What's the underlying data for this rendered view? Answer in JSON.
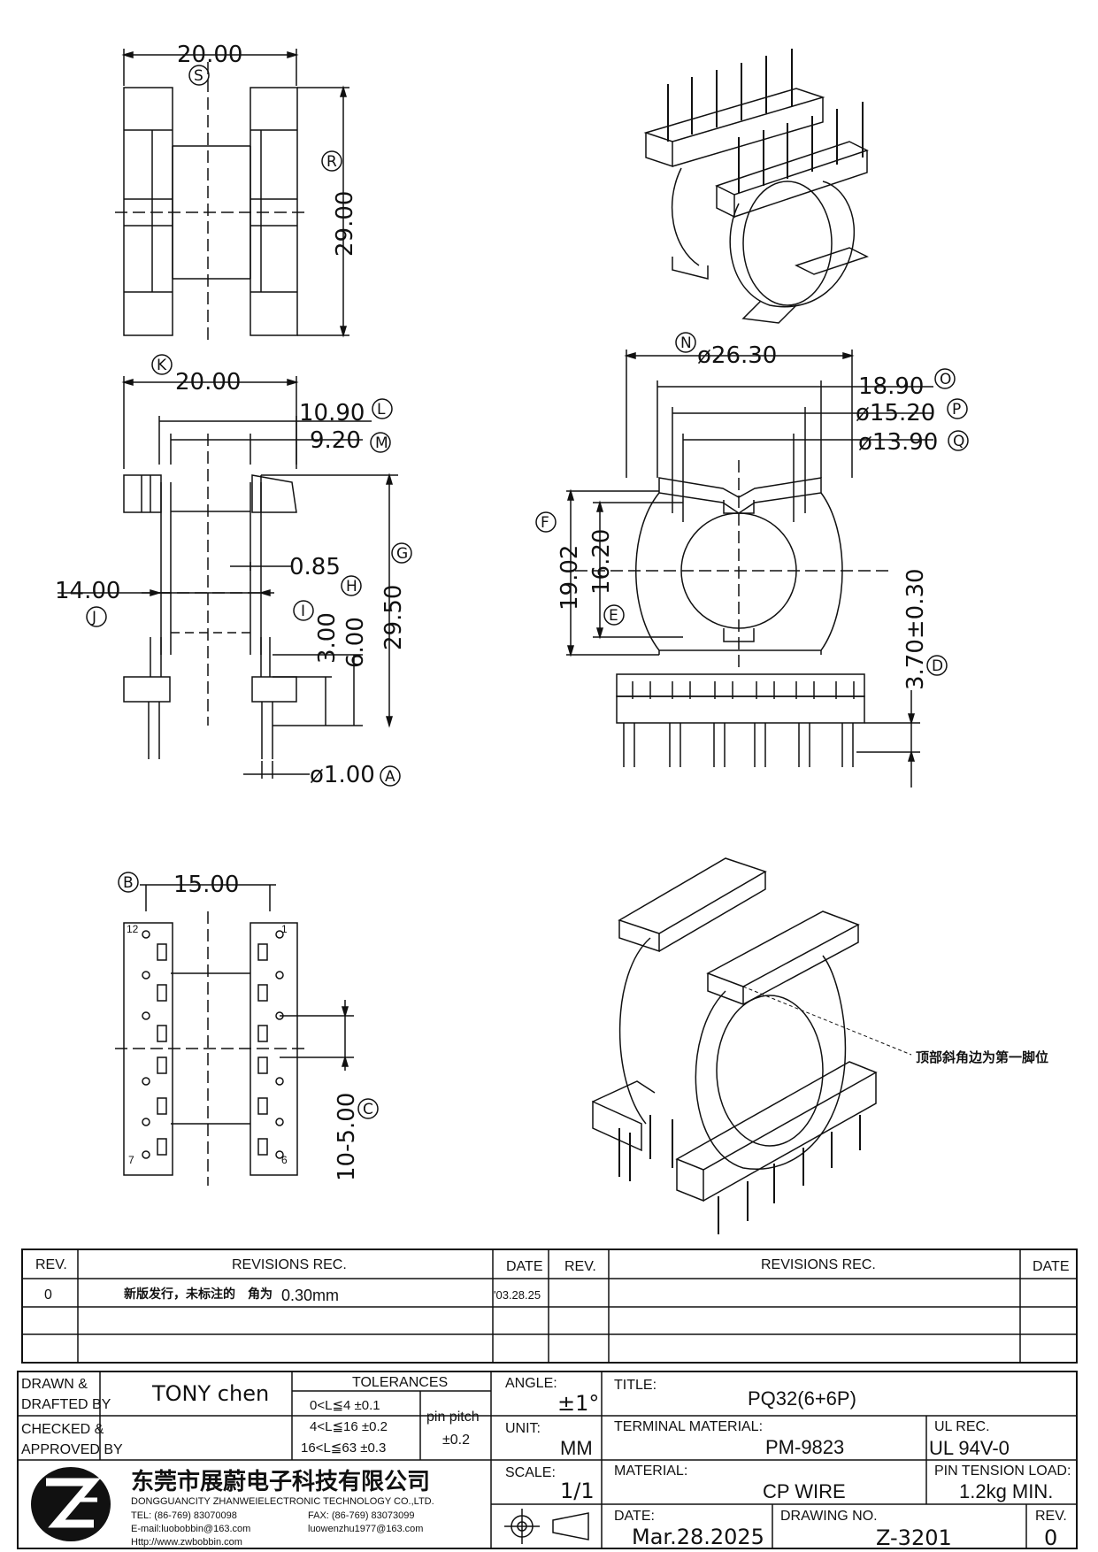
{
  "dimensions": {
    "top_width": "20.00",
    "top_height": "29.00",
    "side_width": "20.00",
    "side_10_90": "10.90",
    "side_9_20": "9.20",
    "side_0_85": "0.85",
    "side_14_00": "14.00",
    "side_3_00": "3.00",
    "side_6_00": "6.00",
    "side_29_50": "29.50",
    "pin_dia": "ø1.00",
    "front_26_30": "ø26.30",
    "front_18_90": "18.90",
    "front_15_20": "ø15.20",
    "front_13_90": "ø13.90",
    "front_19_02": "19.02",
    "front_16_20": "16.20",
    "front_3_70": "3.70±0.30",
    "bottom_15_00": "15.00",
    "bottom_pitch": "10-5.00"
  },
  "balloons": {
    "S": "S",
    "R": "R",
    "K": "K",
    "L": "L",
    "M": "M",
    "G": "G",
    "H": "H",
    "I": "I",
    "J": "J",
    "A": "A",
    "N": "N",
    "O": "O",
    "P": "P",
    "Q": "Q",
    "F": "F",
    "E": "E",
    "D": "D",
    "B": "B",
    "C": "C"
  },
  "pin_numbers": {
    "p12": "12",
    "p1": "1",
    "p7": "7",
    "p6": "6"
  },
  "note_first_pin": "顶部斜角边为第一脚位",
  "revisions": {
    "rev_header": "REV.",
    "rec_header": "REVISIONS    REC.",
    "date_header": "DATE",
    "row0_rev": "0",
    "row0_text_cn": "新版发行，未标注的",
    "row0_text_cn2": "角为",
    "row0_value": "0.30mm",
    "row0_date": "'03.28.25"
  },
  "title_block": {
    "drawn_by_label": "DRAWN &",
    "drafted_by_label": "DRAFTED BY",
    "drawn_by": "TONY chen",
    "checked_label": "CHECKED &",
    "approved_label": "APPROVED BY",
    "tolerances_label": "TOLERANCES",
    "tol1": "0<L≦4   ±0.1",
    "tol2": "4<L≦16  ±0.2",
    "tol3": "16<L≦63  ±0.3",
    "pin_pitch_label": "pin pitch",
    "pin_pitch_value": "±0.2",
    "angle_label": "ANGLE:",
    "angle_value": "±1°",
    "unit_label": "UNIT:",
    "unit_value": "MM",
    "scale_label": "SCALE:",
    "scale_value": "1/1",
    "title_label": "TITLE:",
    "title_value": "PQ32(6+6P)",
    "terminal_label": "TERMINAL MATERIAL:",
    "terminal_value": "PM-9823",
    "ul_label": "UL REC.",
    "ul_value": "UL 94V-0",
    "material_label": "MATERIAL:",
    "material_value": "CP WIRE",
    "pin_tension_label": "PIN TENSION LOAD:",
    "pin_tension_value": "1.2kg MIN.",
    "date_label": "DATE:",
    "date_value": "Mar.28.2025",
    "drawing_no_label": "DRAWING NO.",
    "drawing_no_value": "Z-3201",
    "rev_label": "REV.",
    "rev_value": "0",
    "company_cn": "东莞市展蔚电子科技有限公司",
    "company_en": "DONGGUANCITY ZHANWEIELECTRONIC TECHNOLOGY CO.,LTD.",
    "tel": "TEL: (86-769) 83070098",
    "fax": "FAX: (86-769) 83073099",
    "email1": "E-mail:luobobbin@163.com",
    "email2": "luowenzhu1977@163.com",
    "web": "Http://www.zwbobbin.com"
  }
}
